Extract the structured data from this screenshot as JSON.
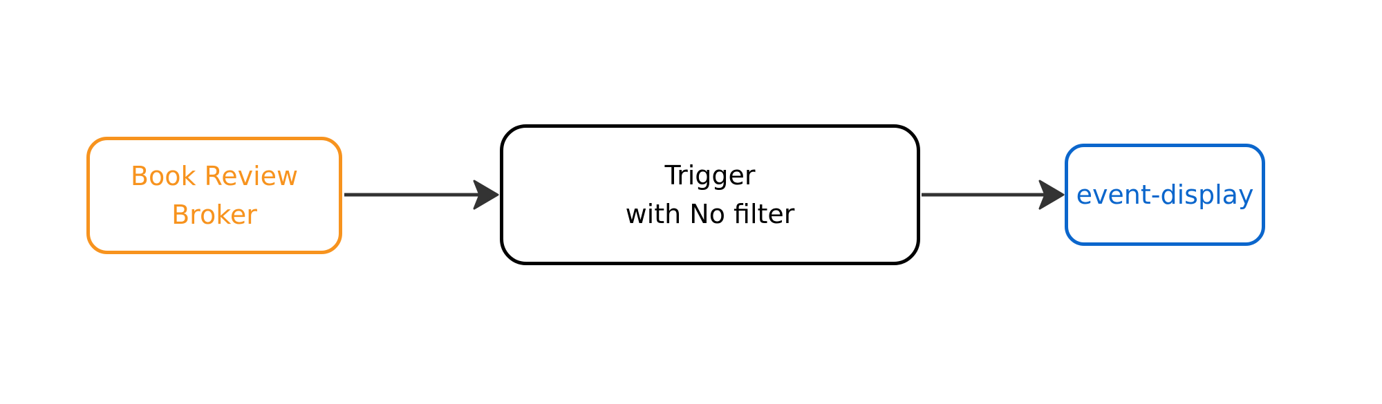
{
  "nodes": {
    "broker": {
      "line1": "Book Review",
      "line2": "Broker",
      "color": "#F7931E"
    },
    "trigger": {
      "line1": "Trigger",
      "line2": "with No filter",
      "color": "#000000"
    },
    "display": {
      "label": "event-display",
      "color": "#0B66CC"
    }
  },
  "edges": [
    {
      "from": "broker",
      "to": "trigger"
    },
    {
      "from": "trigger",
      "to": "display"
    }
  ],
  "edge_color": "#333333"
}
